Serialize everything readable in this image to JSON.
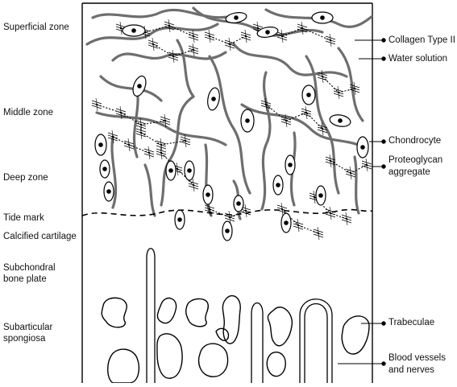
{
  "zones": {
    "superficial": "Superficial zone",
    "middle": "Middle zone",
    "deep": "Deep zone",
    "tide_mark": "Tide mark",
    "calcified": "Calcified cartilage",
    "subchondral": "Subchondral bone plate",
    "subarticular": "Subarticular spongiosa"
  },
  "callouts": {
    "collagen": "Collagen Type II",
    "water": "Water solution",
    "chondrocyte": "Chondrocyte",
    "proteoglycan": "Proteoglycan aggregate",
    "trabeculae": "Trabeculae",
    "vessels": "Blood vessels and nerves"
  },
  "colors": {
    "fiber": "#6e6e6e",
    "outline": "#000000",
    "background": "#ffffff"
  },
  "icons": {
    "chondrocyte": "oval-cell-with-nucleus",
    "proteoglycan": "hatched-bottlebrush"
  }
}
